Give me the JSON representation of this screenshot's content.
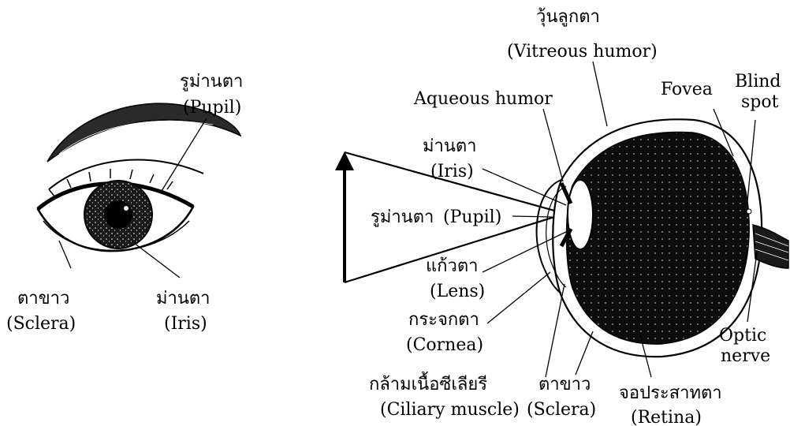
{
  "left_eye": {
    "pupil_th": "รูม่านตา",
    "pupil_en": "(Pupil)",
    "sclera_th": "ตาขาว",
    "sclera_en": "(Sclera)",
    "iris_th": "ม่านตา",
    "iris_en": "(Iris)"
  },
  "cross_section": {
    "vitreous_th": "วุ้นลูกตา",
    "vitreous_en": "(Vitreous humor)",
    "aqueous": "Aqueous humor",
    "fovea": "Fovea",
    "blind_1": "Blind",
    "blind_2": "spot",
    "iris_th": "ม่านตา",
    "iris_en": "(Iris)",
    "pupil_th": "รูม่านตา",
    "pupil_en": "(Pupil)",
    "lens_th": "แก้วตา",
    "lens_en": "(Lens)",
    "cornea_th": "กระจกตา",
    "cornea_en": "(Cornea)",
    "ciliary_th": "กล้ามเนื้อซีเลียรี",
    "ciliary_en": "(Ciliary muscle)",
    "sclera_th": "ตาขาว",
    "sclera_en": "(Sclera)",
    "retina_th": "จอประสาทตา",
    "retina_en": "(Retina)",
    "optic_1": "Optic",
    "optic_2": "nerve"
  },
  "colors": {
    "ink": "#000000",
    "background": "#ffffff"
  }
}
